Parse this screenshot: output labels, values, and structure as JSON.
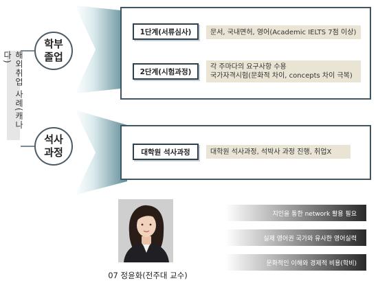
{
  "side_label": "해외취업 사례(캐나다)",
  "circles": {
    "undergrad": "학부\n졸업",
    "masters": "석사\n과정"
  },
  "undergrad_stages": [
    {
      "title": "1단계(서류심사)",
      "desc_lines": [
        "문서, 국내면허, 영어(Academic IELTS 7점 이상)"
      ]
    },
    {
      "title": "2단계(시험과정)",
      "desc_lines": [
        "각 주마다의 요구사항 수용",
        "국가자격시험(문화적 차이, concepts 차이 극복)"
      ]
    }
  ],
  "masters_stage": {
    "title": "대학원 석사과정",
    "desc": "대학원 석사과정, 석박사 과정 진행, 취업X"
  },
  "bars": [
    "지인을 통한 network 활용 필요",
    "실제 영어권 국가와 유사한 영어실력",
    "문화적인 이해와 경제적 비용(학비)"
  ],
  "caption": "07 정윤화(전주대 교수)",
  "colors": {
    "frame_border": "#3f5562",
    "desc_fill": "#e9e4d4",
    "funnel_light": "#eaf4f6",
    "funnel_dark": "#5e8b96"
  },
  "icons": [
    "person-photo"
  ]
}
